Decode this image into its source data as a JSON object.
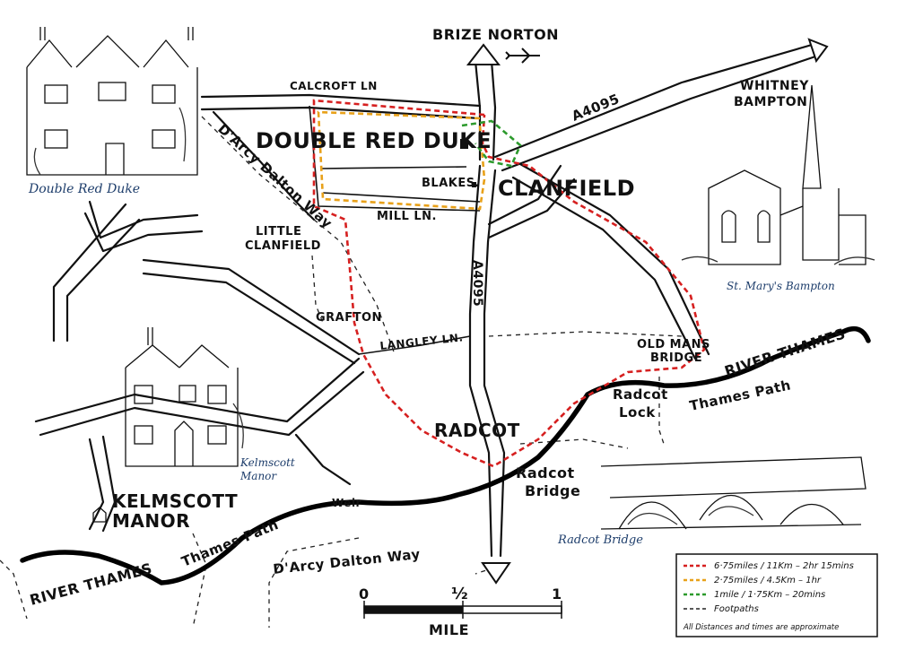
{
  "places": {
    "brize_norton": "BRIZE NORTON",
    "whitney_bampton": "WHITNEY\nBAMPTON",
    "whitney": "WHITNEY",
    "bampton": "BAMPTON",
    "double_red_duke": "DOUBLE RED DUKE",
    "clanfield": "CLANFIELD",
    "blakes": "BLAKES.",
    "little_clanfield_1": "LITTLE",
    "little_clanfield_2": "CLANFIELD",
    "grafton": "GRAFTON",
    "radcot": "RADCOT",
    "kelmscott_1": "KELMSCOTT",
    "kelmscott_2": "MANOR",
    "old_mans_1": "OLD MANS",
    "old_mans_2": "BRIDGE",
    "radcot_lock_1": "Radcot",
    "radcot_lock_2": "Lock",
    "radcot_bridge_1": "Radcot",
    "radcot_bridge_2": "Bridge",
    "weir": "Weir"
  },
  "roads": {
    "calcroft": "CALCROFT LN",
    "a4095_top": "A4095",
    "a4095_vertical": "A4095",
    "mill": "MILL LN.",
    "langley": "LANGLEY LN.",
    "darcy_top": "D'Arcy Dalton Way",
    "darcy_bottom": "D'Arcy Dalton Way",
    "thames_path_left": "Thames Path",
    "thames_path_right": "Thames Path",
    "river_left": "RIVER THAMES",
    "river_right": "RIVER THAMES"
  },
  "captions": {
    "double_red_duke": "Double Red Duke",
    "st_marys": "St. Mary's Bampton",
    "kelmscott_1": "Kelmscott",
    "kelmscott_2": "Manor",
    "radcot_bridge": "Radcot Bridge"
  },
  "scale": {
    "zero": "0",
    "half": "½",
    "one": "1",
    "unit": "MILE"
  },
  "legend": {
    "items": [
      {
        "label": "6·75miles / 11Km – 2hr 15mins",
        "color": "#d62020"
      },
      {
        "label": "2·75miles / 4.5Km – 1hr",
        "color": "#e8a11a"
      },
      {
        "label": "1mile / 1·75Km – 20mins",
        "color": "#2c9a2c"
      },
      {
        "label": "Footpaths",
        "color": "#222222"
      }
    ],
    "note": "All Distances and times are approximate"
  }
}
